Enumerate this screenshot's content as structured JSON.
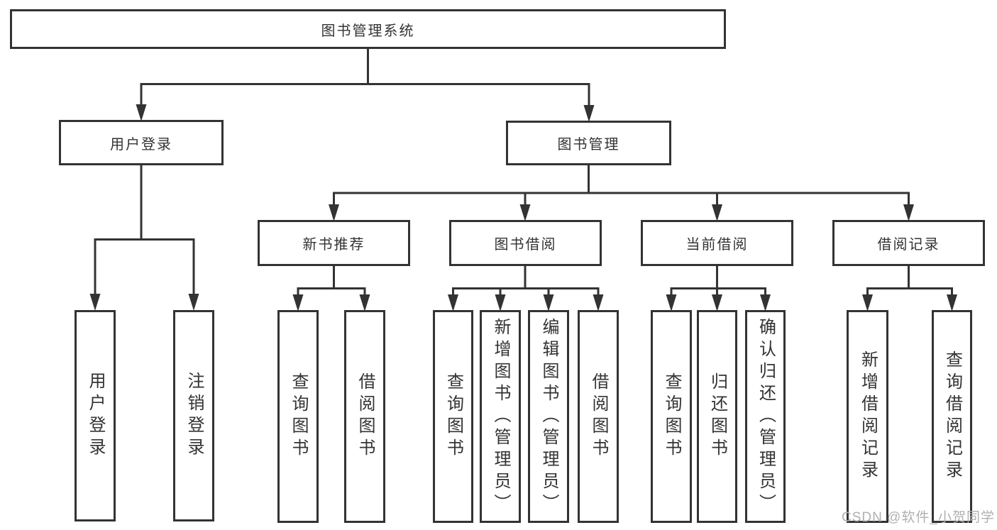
{
  "diagram": {
    "root": {
      "label": "图书管理系统"
    },
    "level2": {
      "user_login": {
        "label": "用户登录"
      },
      "book_mgmt": {
        "label": "图书管理"
      }
    },
    "user_login_children": {
      "login": {
        "label": "用户登录"
      },
      "logout": {
        "label": "注销登录"
      }
    },
    "book_mgmt_children": {
      "new_book_rec": {
        "label": "新书推荐"
      },
      "book_borrow": {
        "label": "图书借阅"
      },
      "current_borrow": {
        "label": "当前借阅"
      },
      "borrow_records": {
        "label": "借阅记录"
      }
    },
    "new_book_rec_children": {
      "query_books": {
        "label": "查询图书"
      },
      "borrow_books": {
        "label": "借阅图书"
      }
    },
    "book_borrow_children": {
      "query_books": {
        "label": "查询图书"
      },
      "add_books": {
        "label": "新增图书（管理员）"
      },
      "edit_books": {
        "label": "编辑图书（管理员）"
      },
      "borrow_books": {
        "label": "借阅图书"
      }
    },
    "current_borrow_children": {
      "query_books": {
        "label": "查询图书"
      },
      "return_books": {
        "label": "归还图书"
      },
      "confirm_return": {
        "label": "确认归还（管理员）"
      }
    },
    "borrow_records_children": {
      "add_record": {
        "label": "新增借阅记录"
      },
      "query_record": {
        "label": "查询借阅记录"
      }
    },
    "watermark": "CSDN @软件_小贺同学",
    "colors": {
      "line": "#333333",
      "text": "#333333",
      "background": "#ffffff",
      "watermark": "#b0b0b4"
    }
  }
}
